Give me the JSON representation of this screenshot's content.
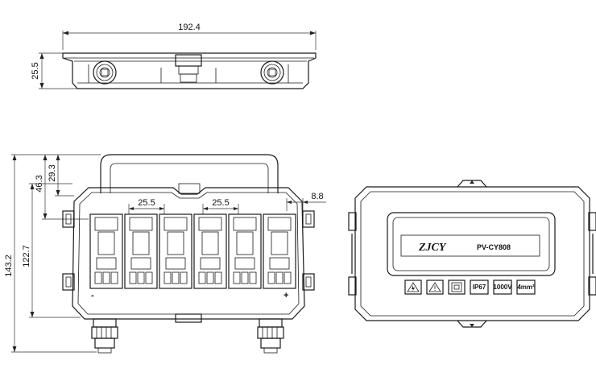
{
  "dimensions": {
    "top_width": "192.4",
    "top_height": "25.5",
    "total_height": "143.2",
    "body_height": "122.7",
    "handle_height": "46.3",
    "handle_inner": "29.3",
    "pitch_left": "25.5",
    "pitch_right": "25.5",
    "edge_offset": "8.8"
  },
  "polarity": {
    "minus": "-",
    "plus": "+"
  },
  "cover": {
    "logo": "ZJCY",
    "model": "PV-CY808",
    "badges": [
      {
        "text": "IP67"
      },
      {
        "text": "1000V"
      },
      {
        "text": "4mm²"
      }
    ],
    "warning_symbol": "!"
  },
  "icons": [
    "terminal-block-icon",
    "connector-gland-icon",
    "warning-triangle-icon",
    "lightning-triangle-icon",
    "double-insulation-icon",
    "mounting-clip-icon"
  ]
}
